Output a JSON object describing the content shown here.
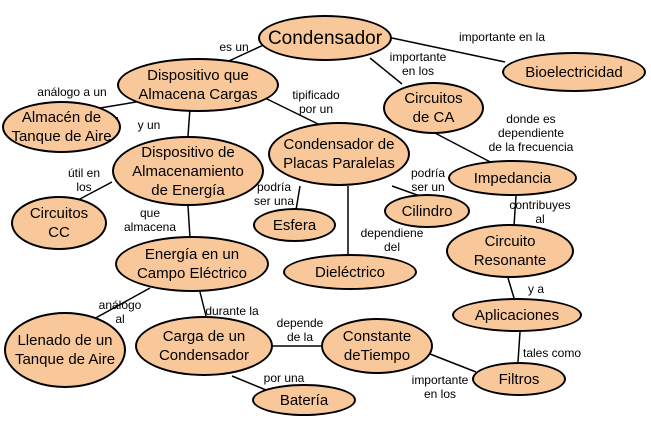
{
  "colors": {
    "node_fill": "#f9c89a",
    "node_border": "#000000",
    "line": "#000000"
  },
  "nodes": {
    "condensador": "Condensador",
    "dispositivo": "Dispositivo que\nAlmacena Cargas",
    "almacen": "Almacén de\nTanque de Aire",
    "almacenamiento": "Dispositivo de\nAlmacenamiento\nde Energía",
    "placas": "Condensador de\nPlacas Paralelas",
    "circuitos_ca": "Circuitos\nde CA",
    "bioelectricidad": "Bioelectricidad",
    "impedancia": "Impedancia",
    "circuitos_cc": "Circuitos\nCC",
    "esfera": "Esfera",
    "cilindro": "Cilindro",
    "energia": "Energía en un\nCampo Eléctrico",
    "dielectrico": "Dieléctrico",
    "resonante": "Circuito\nResonante",
    "aplicaciones": "Aplicaciones",
    "llenado": "Llenado de un\nTanque de Aire",
    "carga": "Carga de un\nCondensador",
    "constante": "Constante\ndeTiempo",
    "filtros": "Filtros",
    "bateria": "Batería"
  },
  "labels": {
    "es_un": "es un",
    "importante_en_la": "importante en la",
    "importante_en_los_1": "importante\nen los",
    "analogo_a_un": "análogo a un",
    "tipificado_por_un": "tipificado\npor un",
    "y_un": "y un",
    "donde_es": "donde es\ndependiente\nde la frecuencia",
    "util_en_los": "útil en\nlos",
    "podria_ser_una": "podría\nser una",
    "podria_ser_un": "podría\nser un",
    "contribuyes_al": "contribuyes\nal",
    "que_almacena": "que\nalmacena",
    "dependiene_del": "dependiene\ndel",
    "y_a": "y a",
    "analogo_al": "análogo\nal",
    "durante_la": "durante la",
    "depende_de_la": "depende\nde la",
    "tales_como": "tales como",
    "importante_en_los_2": "importante\nen los",
    "por_una": "por una"
  }
}
